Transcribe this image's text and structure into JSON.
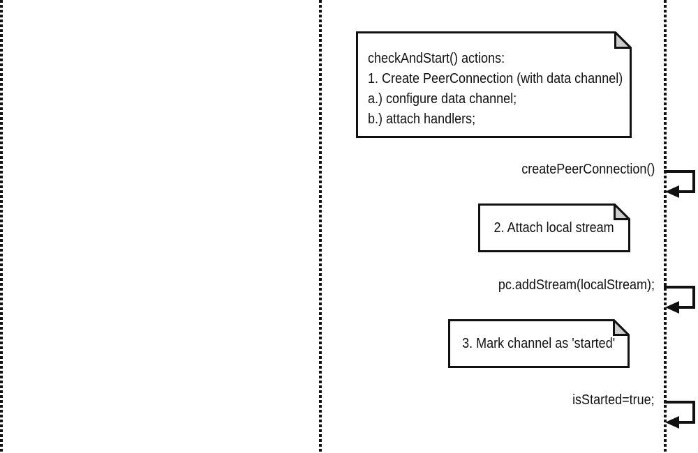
{
  "colors": {
    "line": "#111111",
    "note_fill": "#ffffff",
    "fold_fill": "#cccccc",
    "background": "#ffffff"
  },
  "diagram": {
    "type": "uml-sequence-fragment",
    "lifelines": [
      {
        "id": "left"
      },
      {
        "id": "middle"
      },
      {
        "id": "right"
      }
    ]
  },
  "notes": [
    {
      "text": "checkAndStart() actions:\n1. Create PeerConnection (with data channel)\na.) configure data channel;\nb.) attach handlers;"
    },
    {
      "text": "2. Attach local stream"
    },
    {
      "text": "3. Mark channel as 'started'"
    }
  ],
  "messages": [
    {
      "label": "createPeerConnection()",
      "type": "self-call"
    },
    {
      "label": "pc.addStream(localStream);",
      "type": "self-call"
    },
    {
      "label": "isStarted=true;",
      "type": "self-call"
    }
  ]
}
